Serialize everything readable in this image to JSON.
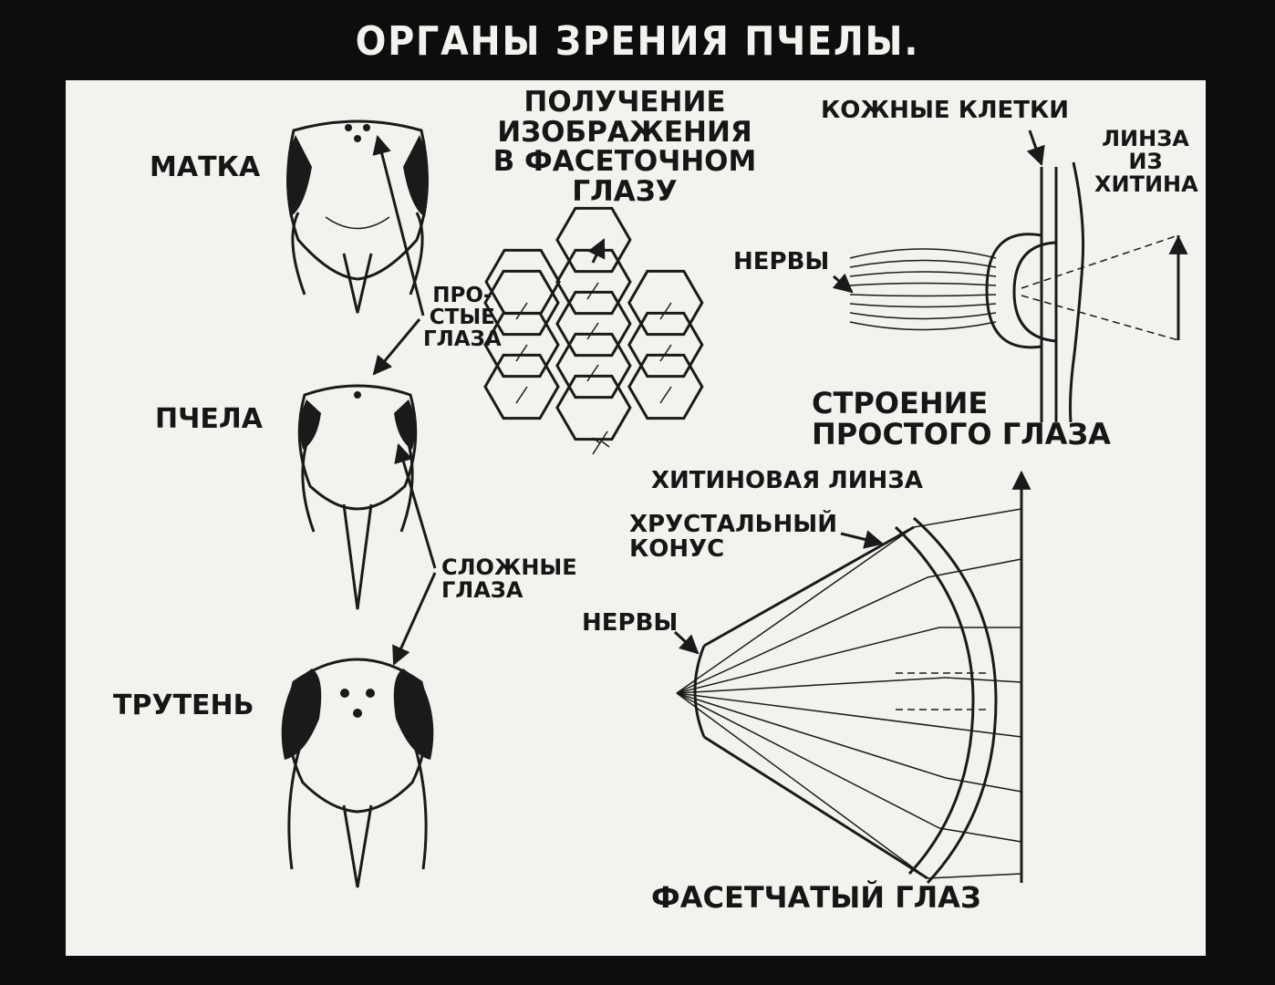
{
  "title": "ОРГАНЫ ЗРЕНИЯ ПЧЕЛЫ.",
  "labels": {
    "queen": "МАТКА",
    "worker": "ПЧЕЛА",
    "drone": "ТРУТЕНЬ",
    "simple_eyes_1": "ПРО-",
    "simple_eyes_2": "СТЫЕ",
    "simple_eyes_3": "ГЛАЗА",
    "compound_eyes_1": "СЛОЖНЫЕ",
    "compound_eyes_2": "ГЛАЗА",
    "facet_image_1": "ПОЛУЧЕНИЕ",
    "facet_image_2": "ИЗОБРАЖЕНИЯ",
    "facet_image_3": "В ФАСЕТОЧНОМ",
    "facet_image_4": "ГЛАЗУ",
    "skin_cells": "КОЖНЫЕ КЛЕТКИ",
    "chitin_lens_1": "ЛИНЗА",
    "chitin_lens_2": "ИЗ",
    "chitin_lens_3": "ХИТИНА",
    "nerves_simple": "НЕРВЫ",
    "simple_structure_1": "СТРОЕНИЕ",
    "simple_structure_2": "ПРОСТОГО ГЛАЗА",
    "chitin_lens_compound": "ХИТИНОВАЯ ЛИНЗА",
    "crystal_cone_1": "ХРУСТАЛЬНЫЙ",
    "crystal_cone_2": "КОНУС",
    "nerves_compound": "НЕРВЫ",
    "compound_eye": "ФАСЕТЧАТЫЙ ГЛАЗ"
  }
}
